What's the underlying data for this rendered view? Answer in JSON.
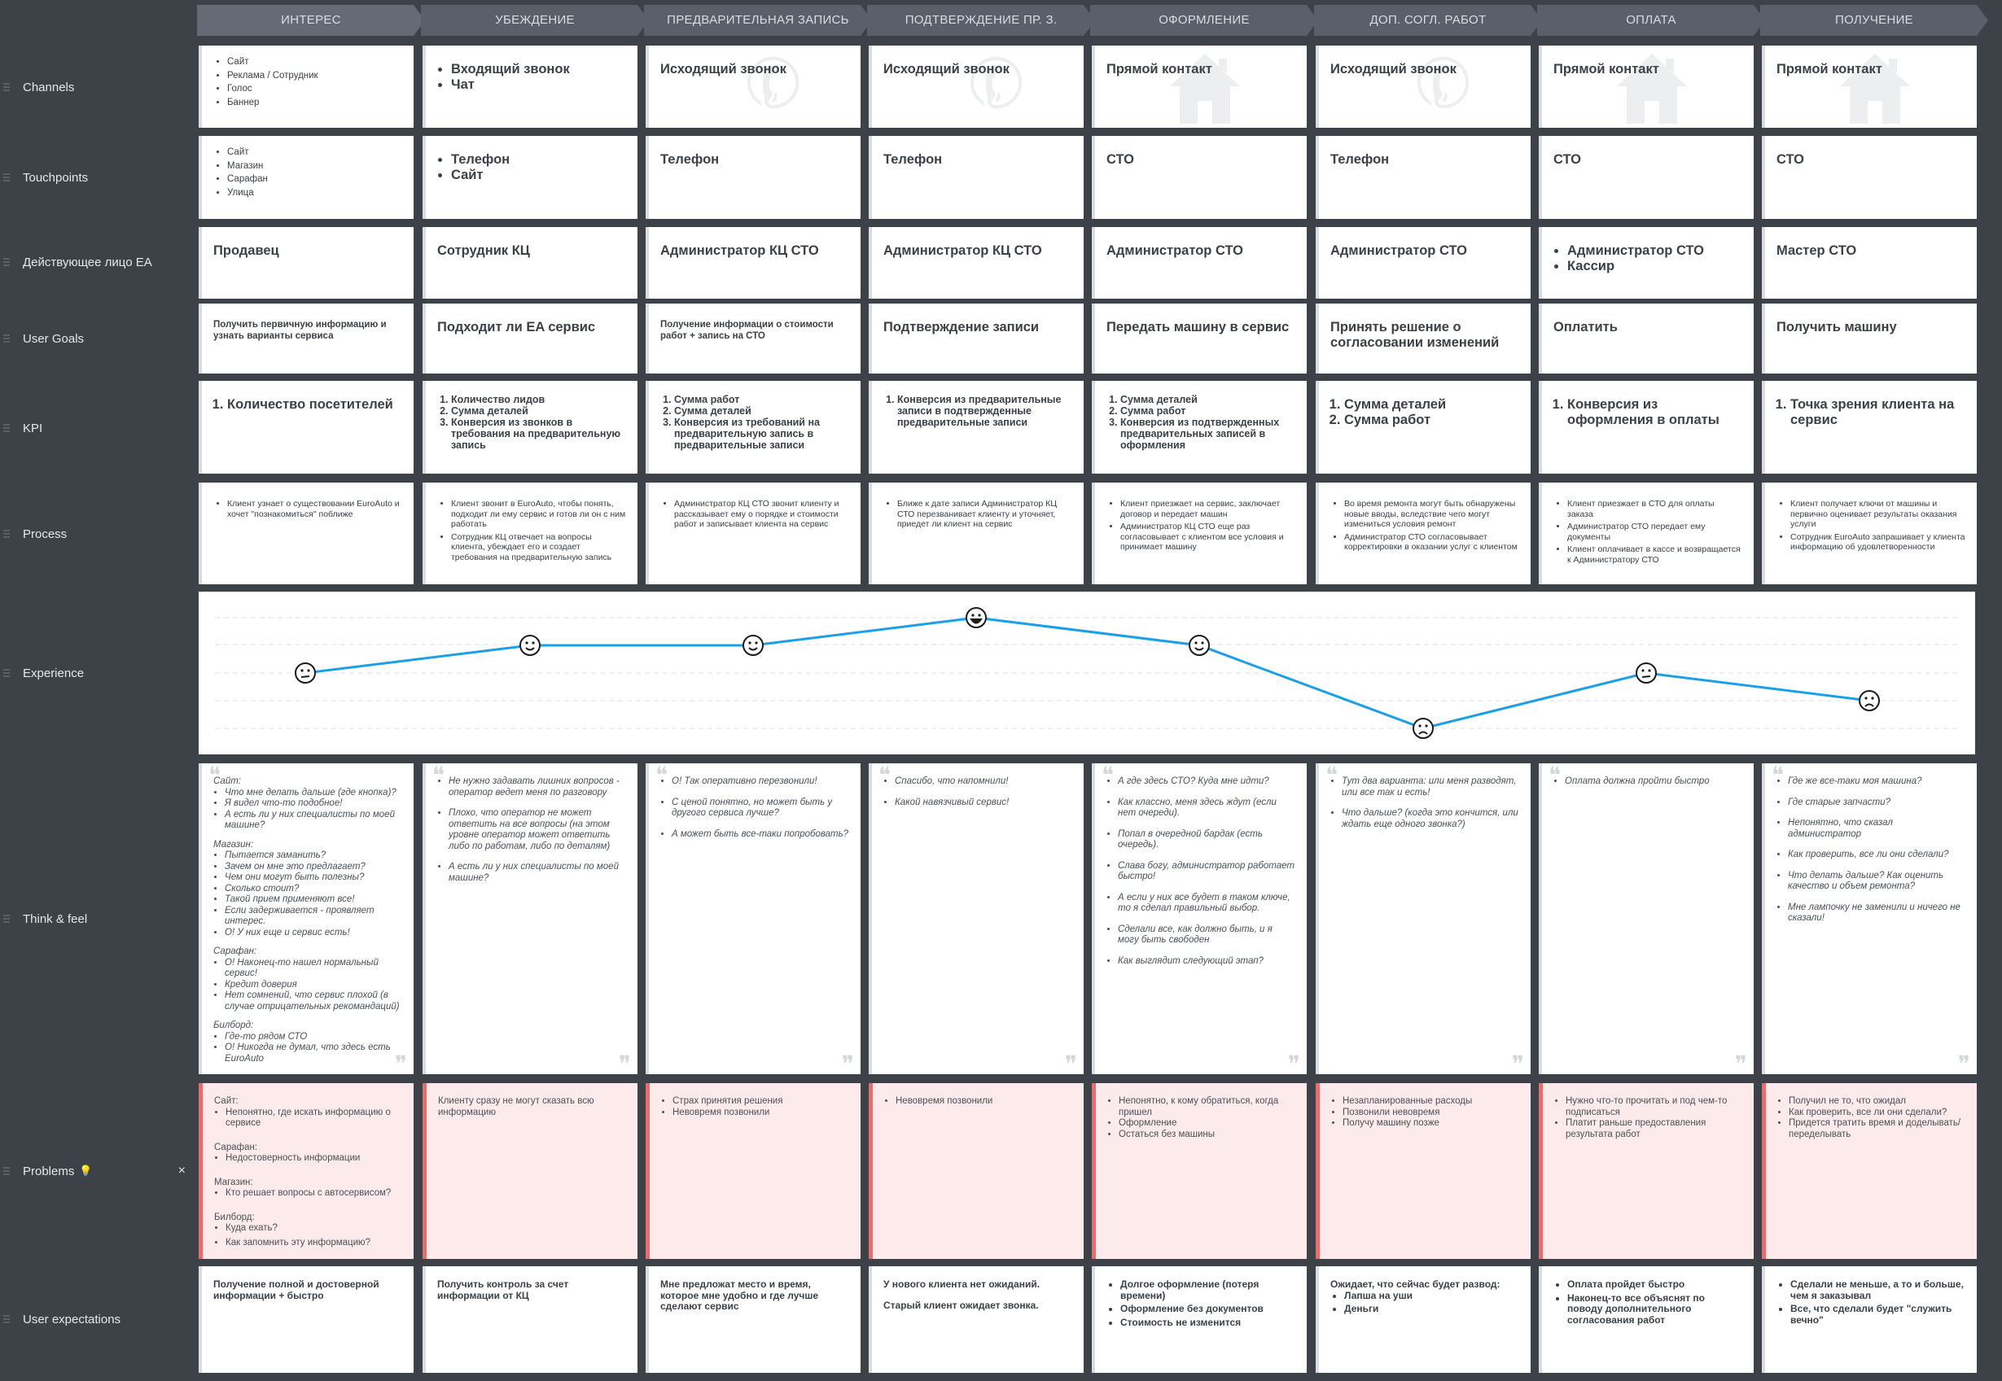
{
  "stages": [
    "ИНТЕРЕС",
    "УБЕЖДЕНИЕ",
    "ПРЕДВАРИТЕЛЬНАЯ ЗАПИСЬ",
    "ПОДТВЕРЖДЕНИЕ ПР. З.",
    "ОФОРМЛЕНИЕ",
    "ДОП. СОГЛ. РАБОТ",
    "ОПЛАТА",
    "ПОЛУЧЕНИЕ"
  ],
  "rows": {
    "channels": "Channels",
    "touchpoints": "Touchpoints",
    "actor": "Действующее лицо EA",
    "goals": "User Goals",
    "kpi": "KPI",
    "process": "Process",
    "experience": "Experience",
    "think": "Think & feel",
    "problems": "Problems",
    "expectations": "User expectations",
    "problems_icon": "💡",
    "close_icon": "×"
  },
  "channels": [
    {
      "items": [
        "Сайт",
        "Реклама / Сотрудник",
        "Голос",
        "Баннер"
      ]
    },
    {
      "items": [
        "Входящий звонок",
        "Чат"
      ]
    },
    {
      "title": "Исходящий звонок",
      "icon": "phone-icon"
    },
    {
      "title": "Исходящий звонок",
      "icon": "phone-icon"
    },
    {
      "title": "Прямой контакт",
      "icon": "house-icon"
    },
    {
      "title": "Исходящий звонок",
      "icon": "phone-icon"
    },
    {
      "title": "Прямой контакт",
      "icon": "house-icon"
    },
    {
      "title": "Прямой контакт",
      "icon": "house-icon"
    }
  ],
  "touchpoints": [
    {
      "items": [
        "Сайт",
        "Магазин",
        "Сарафан",
        "Улица"
      ]
    },
    {
      "items": [
        "Телефон",
        "Сайт"
      ]
    },
    {
      "title": "Телефон"
    },
    {
      "title": "Телефон"
    },
    {
      "title": "СТО"
    },
    {
      "title": "Телефон"
    },
    {
      "title": "СТО"
    },
    {
      "title": "СТО"
    }
  ],
  "actor": [
    {
      "title": "Продавец"
    },
    {
      "title": "Сотрудник КЦ"
    },
    {
      "title": "Администратор КЦ СТО"
    },
    {
      "title": "Администратор КЦ СТО"
    },
    {
      "title": "Администратор СТО"
    },
    {
      "title": "Администратор СТО"
    },
    {
      "items": [
        "Администратор СТО",
        "Кассир"
      ]
    },
    {
      "title": "Мастер СТО"
    }
  ],
  "goals": [
    {
      "small": "Получить первичную информацию и узнать варианты сервиса"
    },
    {
      "title": "Подходит ли EA сервис"
    },
    {
      "small": "Получение информации о стоимости работ + запись на СТО"
    },
    {
      "title": "Подтверждение записи"
    },
    {
      "title": "Передать машину в сервис"
    },
    {
      "title": "Принять решение о согласовании изменений"
    },
    {
      "title": "Оплатить"
    },
    {
      "title": "Получить машину"
    }
  ],
  "kpi": [
    {
      "big": [
        "Количество посетителей"
      ]
    },
    {
      "med": [
        "Количество лидов",
        "Сумма деталей",
        "Конверсия из звонков в требования на предварительную запись"
      ]
    },
    {
      "med": [
        "Сумма работ",
        "Сумма деталей",
        "Конверсия из требований на предварительную запись в предварительные записи"
      ]
    },
    {
      "med": [
        "Конверсия из предварительные записи в подтвержденные предварительные записи"
      ]
    },
    {
      "med": [
        "Сумма деталей",
        "Сумма работ",
        "Конверсия из подтвержденных предварительных записей в оформления"
      ]
    },
    {
      "big": [
        "Сумма деталей",
        "Сумма работ"
      ]
    },
    {
      "big": [
        "Конверсия из оформления в оплаты"
      ]
    },
    {
      "big": [
        "Точка зрения клиента на сервис"
      ]
    }
  ],
  "process": [
    [
      "Клиент узнает о существовании EuroAuto и хочет \"познакомиться\" поближе"
    ],
    [
      "Клиент звонит в EuroAuto, чтобы понять, подходит ли ему сервис и готов ли он с ним работать",
      "Сотрудник КЦ отвечает на вопросы клиента, убеждает его и создает требования на предварительную запись"
    ],
    [
      "Администратор КЦ СТО звонит клиенту и рассказывает ему о порядке и стоимости работ и записывает клиента на сервис"
    ],
    [
      "Ближе к дате записи Администратор КЦ СТО перезванивает клиенту и уточняет, приедет ли клиент на сервис"
    ],
    [
      "Клиент приезжает на сервис, заключает договор и передает машин",
      "Администратор КЦ СТО еще раз согласовывает с клиентом все условия и принимает машину"
    ],
    [
      "Во время ремонта могут быть обнаружены новые вводы, вследствие чего могут измениться условия ремонт",
      "Администратор СТО согласовывает корректировки в оказании услуг с клиентом"
    ],
    [
      "Клиент приезжает в СТО для оплаты заказа",
      "Администратор СТО передает ему документы",
      "Клиент оплачивает в кассе и возвращается к Администратору СТО"
    ],
    [
      "Клиент получает ключи от машины и первично оценивает результаты оказания услуги",
      "Сотрудник EuroAuto запрашивает у клиента информацию об удовлетворенности"
    ]
  ],
  "experience": {
    "levels": [
      0,
      1,
      1,
      2,
      1,
      -2,
      0,
      -1
    ],
    "moods": [
      "neutral",
      "happy",
      "happy",
      "very-happy",
      "happy",
      "sad",
      "neutral",
      "sad"
    ],
    "color": "#1aa0e6"
  },
  "think": [
    [
      {
        "label": "Сайт:",
        "items": [
          "Что мне делать дальше (где кнопка)?",
          "Я видел что-то подобное!",
          "А есть ли у них специалисты по моей машине?"
        ]
      },
      {
        "label": "Магазин:",
        "items": [
          "Пытается заманить?",
          "Зачем он мне это предлагает?",
          "Чем они могут быть полезны?",
          "Сколько стоит?",
          "Такой прием применяют все!",
          "Если задерживается - проявляет интерес.",
          "О! У них еще и сервис есть!"
        ]
      },
      {
        "label": "Сарафан:",
        "items": [
          "О! Наконец-то нашел нормальный сервис!",
          "Кредит доверия",
          "Нет сомнений, что сервис плохой (в случае отрицательных рекомандаций)"
        ]
      },
      {
        "label": "Билборд:",
        "items": [
          "Где-то рядом СТО",
          "О! Никогда не думал, что здесь есть EuroAuto"
        ]
      }
    ],
    [
      {
        "items": [
          "Не нужно задавать лишних вопросов - оператор ведет меня по разговору",
          "Плохо, что оператор не может ответить на все вопросы (на этом уровне оператор может ответить либо по работам, либо по деталям)",
          "А есть ли у них специалисты по моей машине?"
        ]
      }
    ],
    [
      {
        "items": [
          "О! Так оперативно перезвонили!",
          "С ценой понятно, но может быть у другого сервиса лучше?",
          "А может быть все-таки попробовать?"
        ]
      }
    ],
    [
      {
        "items": [
          "Спасибо, что напомнили!",
          "Какой навязчивый сервис!"
        ]
      }
    ],
    [
      {
        "items": [
          "А где здесь СТО? Куда мне идти?",
          "Как классно, меня здесь ждут (если нет очереди).",
          "Попал в очередной бардак (есть очередь).",
          "Слава богу, администратор работает быстро!",
          "А если у них все будет в таком ключе, то я сделал правильный выбор.",
          "Сделали все, как должно быть, и я могу быть свободен",
          "Как выглядит следующий этап?"
        ]
      }
    ],
    [
      {
        "items": [
          "Тут два варианта: или меня разводят, или все так и есть!",
          "Что дальше? (когда это кончится, или ждать еще одного звонка?)"
        ]
      }
    ],
    [
      {
        "items": [
          "Оплата должна пройти быстро"
        ]
      }
    ],
    [
      {
        "items": [
          "Где же все-таки моя машина?",
          "Где старые запчасти?",
          "Непонятно, что сказал администратор",
          "Как проверить, все ли они сделали?",
          "Что делать дальше? Как оценить качество и объем ремонта?",
          "Мне лампочку не заменили и ничего не сказали!"
        ]
      }
    ]
  ],
  "problems": [
    [
      {
        "label": "Сайт:",
        "items": [
          "Непонятно, где искать информацию о сервисе"
        ]
      },
      {
        "label": "Сарафан:",
        "items": [
          "Недостоверность информации"
        ]
      },
      {
        "label": "Магазин:",
        "items": [
          "Кто решает вопросы с автосервисом?"
        ]
      },
      {
        "label": "Билборд:",
        "items": [
          "Куда ехать?",
          "Как запомнить эту информацию?"
        ]
      }
    ],
    [
      {
        "text": "Клиенту сразу не могут сказать всю информацию"
      }
    ],
    [
      {
        "items": [
          "Страх принятия решения",
          "Невовремя позвонили"
        ]
      }
    ],
    [
      {
        "items": [
          "Невовремя позвонили"
        ]
      }
    ],
    [
      {
        "items": [
          "Непонятно, к кому обратиться, когда пришел",
          "Оформление",
          "Остаться без машины"
        ]
      }
    ],
    [
      {
        "items": [
          "Незапланированные расходы",
          "Позвонили невовремя",
          "Получу машину позже"
        ]
      }
    ],
    [
      {
        "items": [
          "Нужно что-то прочитать и под чем-то подписаться",
          "Платит раньше предоставления результата работ"
        ]
      }
    ],
    [
      {
        "items": [
          "Получил не то, что ожидал",
          "Как проверить, все ли они сделали?",
          "Придется тратить время и доделывать/ переделывать"
        ]
      }
    ]
  ],
  "expectations": [
    {
      "lines": [
        "Получение полной и достоверной информации + быстро"
      ]
    },
    {
      "lines": [
        "Получить контроль за счет информации от КЦ"
      ]
    },
    {
      "lines": [
        "Мне предложат место и время, которое мне удобно и где лучше сделают сервис"
      ]
    },
    {
      "lines": [
        "У нового клиента нет ожиданий.",
        "Старый клиент ожидает звонка."
      ]
    },
    {
      "items": [
        "Долгое оформление (потеря времени)",
        "Оформление без документов",
        "Стоимость не изменится"
      ]
    },
    {
      "text": "Ожидает, что сейчас будет развод:",
      "items": [
        "Лапша на уши",
        "Деньги"
      ]
    },
    {
      "items": [
        "Оплата пройдет быстро",
        "Наконец-то все объяснят по поводу дополнительного согласования работ"
      ]
    },
    {
      "items": [
        "Сделали не меньше, а то и больше, чем я заказывал",
        "Все, что сделали будет \"служить вечно\""
      ]
    }
  ]
}
